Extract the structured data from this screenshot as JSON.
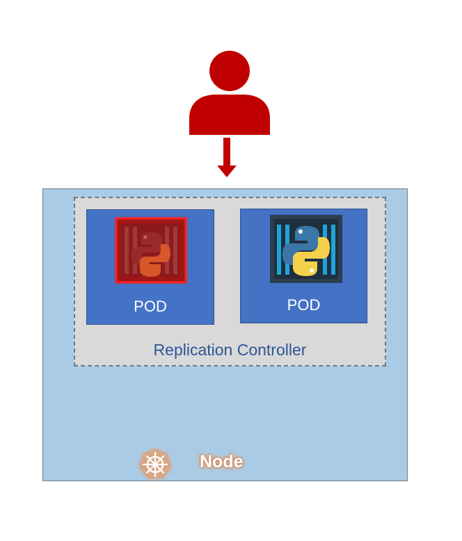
{
  "pods": [
    {
      "label": "POD",
      "status": "failed"
    },
    {
      "label": "POD",
      "status": "running"
    }
  ],
  "replication_controller": {
    "label": "Replication Controller"
  },
  "node": {
    "label": "Node"
  },
  "icons": {
    "user": "person-icon",
    "arrow": "arrow-down-icon",
    "container": "python-container-icon",
    "node": "kubernetes-helm-icon"
  },
  "colors": {
    "user_red": "#c00000",
    "node_fill": "#a9cbe6",
    "rc_fill": "#d9d9d9",
    "pod_fill": "#4472c4",
    "rc_text": "#2f5597",
    "failed_red": "#d01010"
  }
}
